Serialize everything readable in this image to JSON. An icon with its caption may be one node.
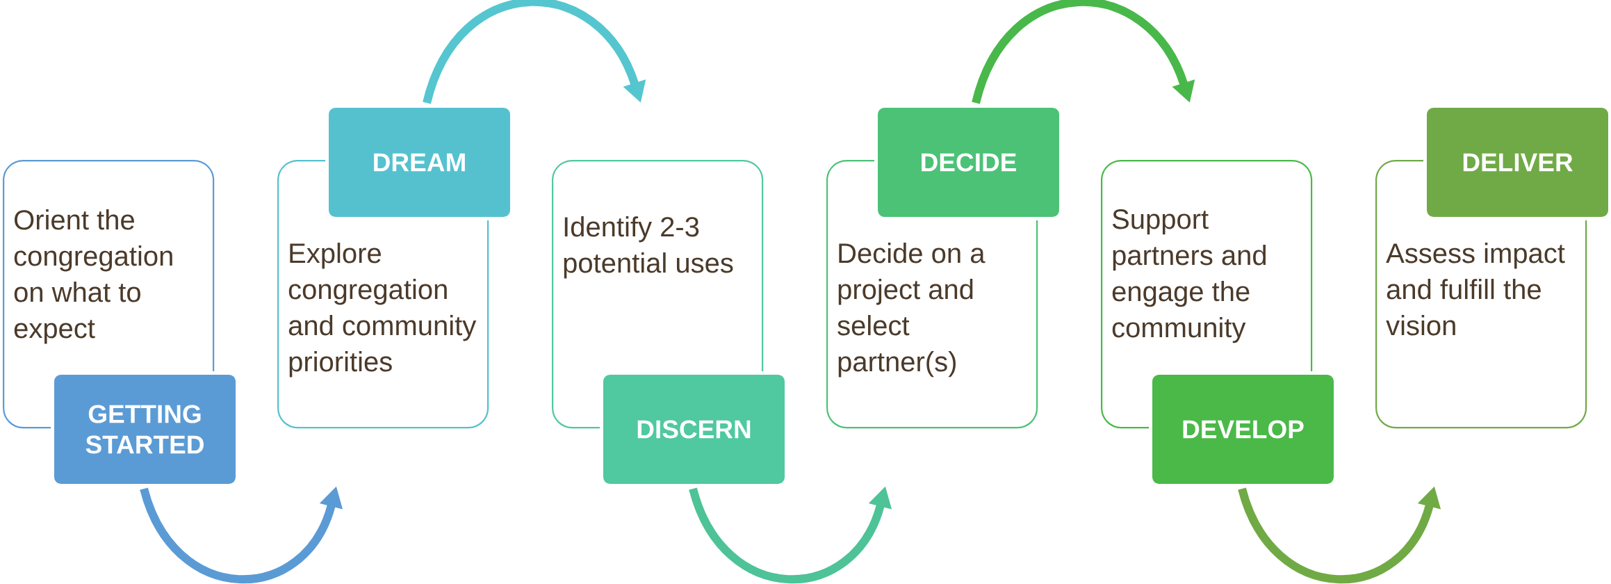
{
  "diagram": {
    "nodes": [
      {
        "text": [
          "Orient the congregation on what to expect"
        ]
      },
      {
        "text": [
          "GETTING STARTED"
        ]
      },
      {
        "text": [
          "Explore congregation and community priorities"
        ]
      },
      {
        "text": [
          "DREAM"
        ]
      },
      {
        "text": [
          "Identify 2-3 potential uses"
        ]
      },
      {
        "text": [
          "DISCERN"
        ]
      },
      {
        "text": [
          "Decide on a project and select partner(s)"
        ]
      },
      {
        "text": [
          "DECIDE"
        ]
      },
      {
        "text": [
          "Support partners and engage the community"
        ]
      },
      {
        "text": [
          "DEVELOP"
        ]
      },
      {
        "text": [
          "Assess impact and fulfill the vision"
        ]
      },
      {
        "text": [
          "DELIVER"
        ]
      }
    ],
    "edges": [
      {
        "from": 1,
        "to": 2,
        "arrow": "to",
        "color": "#5b9bd5"
      },
      {
        "from": 3,
        "to": 4,
        "arrow": "to",
        "color": "#55c6cf"
      },
      {
        "from": 5,
        "to": 6,
        "arrow": "to",
        "color": "#4dc397"
      },
      {
        "from": 7,
        "to": 8,
        "arrow": "to",
        "color": "#49b84a"
      },
      {
        "from": 9,
        "to": 10,
        "arrow": "to",
        "color": "#70aa45"
      }
    ]
  }
}
